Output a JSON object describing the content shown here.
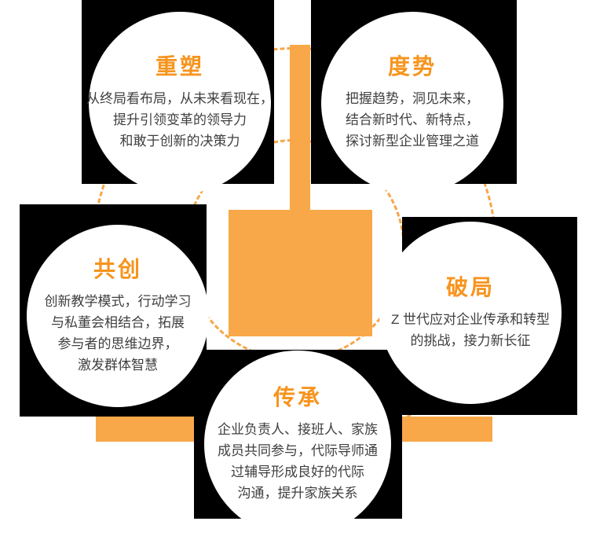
{
  "diagram": {
    "circles": [
      {
        "position": "top-left",
        "title": "重塑",
        "body": "从终局看布局，从未来看现在，\n提升引领变革的领导力\n和敢于创新的决策力"
      },
      {
        "position": "top-right",
        "title": "度势",
        "body": "把握趋势，洞见未来，\n结合新时代、新特点，\n探讨新型企业管理之道"
      },
      {
        "position": "middle-left",
        "title": "共创",
        "body": "创新教学模式，行动学习\n与私董会相结合，拓展\n参与者的思维边界，\n激发群体智慧"
      },
      {
        "position": "middle-right",
        "title": "破局",
        "body": "Z 世代应对企业传承和转型\n的挑战，接力新长征"
      },
      {
        "position": "bottom-center",
        "title": "传承",
        "body": "企业负责人、接班人、家族\n成员共同参与，代际导师通\n过辅导形成良好的代际\n沟通，提升家族关系"
      }
    ]
  },
  "colors": {
    "orange": "#F8A848",
    "dash_orange": "#F6A649",
    "title_orange": "#F7941D",
    "body_text": "#3F3F3F",
    "block_black": "#000000",
    "background": "#FFFFFF"
  }
}
